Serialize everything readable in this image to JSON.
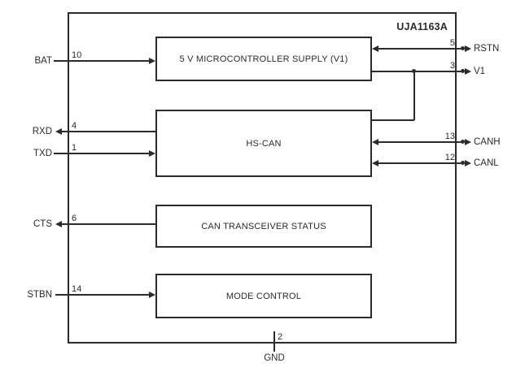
{
  "title": "UJA1163A",
  "blocks": [
    {
      "label": "5 V MICROCONTROLLER SUPPLY (V1)"
    },
    {
      "label": "HS-CAN"
    },
    {
      "label": "CAN TRANSCEIVER STATUS"
    },
    {
      "label": "MODE CONTROL"
    }
  ],
  "pins": {
    "left": [
      {
        "name": "BAT",
        "number": "10",
        "direction": "in"
      },
      {
        "name": "RXD",
        "number": "4",
        "direction": "out"
      },
      {
        "name": "TXD",
        "number": "1",
        "direction": "in"
      },
      {
        "name": "CTS",
        "number": "6",
        "direction": "out"
      },
      {
        "name": "STBN",
        "number": "14",
        "direction": "in"
      }
    ],
    "right": [
      {
        "name": "RSTN",
        "number": "5",
        "direction": "bidirectional"
      },
      {
        "name": "V1",
        "number": "3",
        "direction": "out"
      },
      {
        "name": "CANH",
        "number": "13",
        "direction": "bidirectional"
      },
      {
        "name": "CANL",
        "number": "12",
        "direction": "bidirectional"
      }
    ],
    "bottom": [
      {
        "name": "GND",
        "number": "2"
      }
    ]
  },
  "colors": {
    "line": "#2b2b2b",
    "text": "#2b2b2b",
    "background": "#ffffff"
  }
}
